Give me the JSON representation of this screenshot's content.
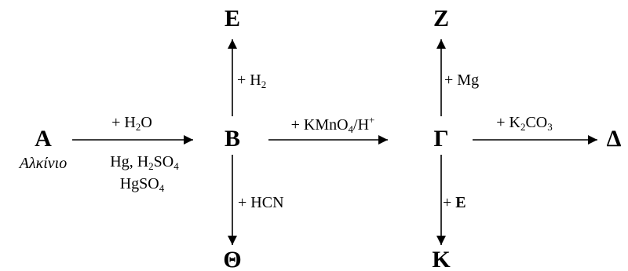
{
  "nodes": {
    "A": "A",
    "A_caption": "Αλκίνιο",
    "B": "B",
    "G": "Γ",
    "D": "Δ",
    "E": "E",
    "Z": "Z",
    "Th": "Θ",
    "K": "K"
  },
  "reagents": {
    "a_to_b_top": {
      "pre": "+ H",
      "sub": "2",
      "post": "O"
    },
    "a_to_b_bottom1": {
      "pre": "Hg, H",
      "sub": "2",
      "mid": "SO",
      "sub2": "4"
    },
    "a_to_b_bottom2": {
      "pre": "HgSO",
      "sub": "4"
    },
    "b_to_g": {
      "pre": "+ KMnO",
      "sub": "4",
      "mid": "/H",
      "sup": "+"
    },
    "g_to_d": {
      "pre": "+ K",
      "sub": "2",
      "mid": "CO",
      "sub2": "3"
    },
    "b_to_e": {
      "pre": "+ H",
      "sub": "2"
    },
    "b_to_th": {
      "text": "+ HCN"
    },
    "g_to_z": {
      "text": "+ Mg"
    },
    "g_to_k": {
      "pre": "+ ",
      "bold": "E"
    }
  }
}
